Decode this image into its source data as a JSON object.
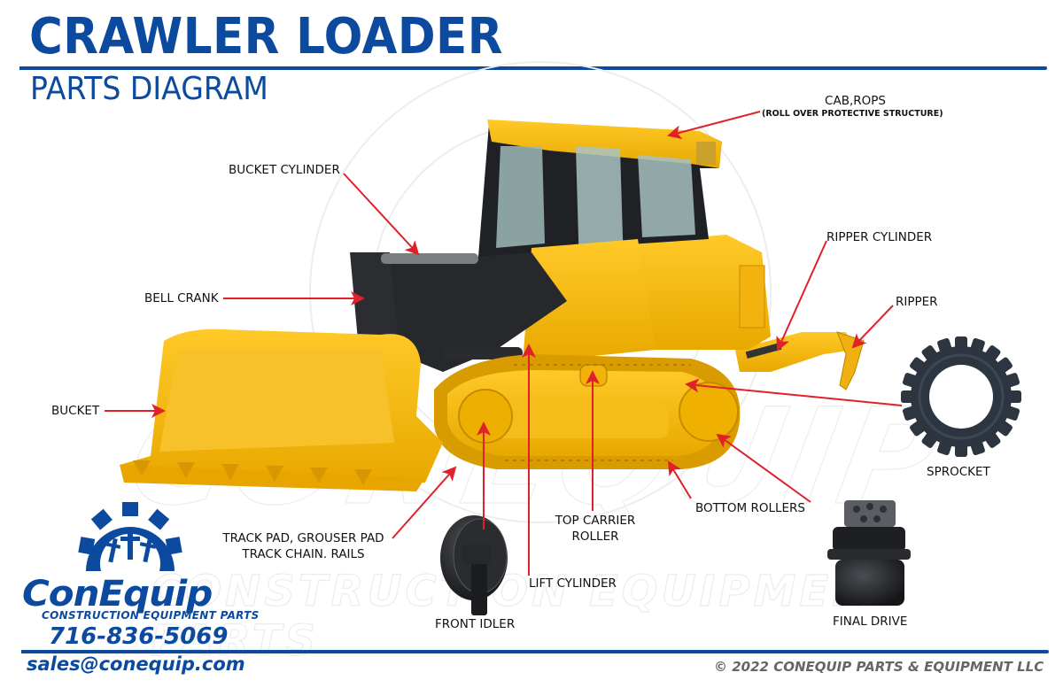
{
  "header": {
    "title": "CRAWLER LOADER",
    "subtitle": "PARTS DIAGRAM"
  },
  "colors": {
    "brand_blue": "#0b4a9e",
    "machine_yellow": "#f5b80f",
    "arrow_red": "#e0202a",
    "parts_black": "#1e1f22",
    "copyright_gray": "#666666"
  },
  "labels": {
    "cab_rops": "CAB,ROPS",
    "cab_rops_detail": "(ROLL OVER PROTECTIVE STRUCTURE)",
    "bucket_cylinder": "BUCKET CYLINDER",
    "ripper_cylinder": "RIPPER CYLINDER",
    "bell_crank": "BELL CRANK",
    "ripper": "RIPPER",
    "bucket": "BUCKET",
    "sprocket": "SPROCKET",
    "bottom_rollers": "BOTTOM ROLLERS",
    "top_carrier_roller_line1": "TOP CARRIER",
    "top_carrier_roller_line2": "ROLLER",
    "track_pad_line1": "TRACK PAD, GROUSER PAD",
    "track_pad_line2": "TRACK CHAIN. RAILS",
    "lift_cylinder": "LIFT CYLINDER",
    "front_idler": "FRONT IDLER",
    "final_drive": "FINAL DRIVE"
  },
  "watermark": {
    "line1": "CONEQUIP",
    "line2": "CONSTRUCTION EQUIPMENT PARTS"
  },
  "company": {
    "logo_icon": "gear-with-crosses-icon",
    "name": "ConEquip",
    "tagline": "Construction Equipment Parts",
    "phone": "716-836-5069",
    "email": "sales@conequip.com"
  },
  "footer": {
    "copyright": "© 2022 CONEQUIP PARTS & EQUIPMENT LLC"
  }
}
